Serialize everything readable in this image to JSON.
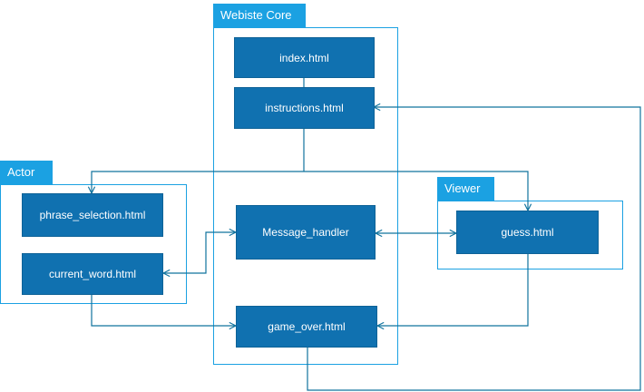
{
  "groups": {
    "core": "Webiste Core",
    "actor": "Actor",
    "viewer": "Viewer"
  },
  "nodes": {
    "index": "index.html",
    "instructions": "instructions.html",
    "phrase_selection": "phrase_selection.html",
    "current_word": "current_word.html",
    "message_handler": "Message_handler",
    "game_over": "game_over.html",
    "guess": "guess.html"
  },
  "colors": {
    "group_fill": "#1ba1e2",
    "node_fill": "#1071b0",
    "edge": "#10739e"
  }
}
